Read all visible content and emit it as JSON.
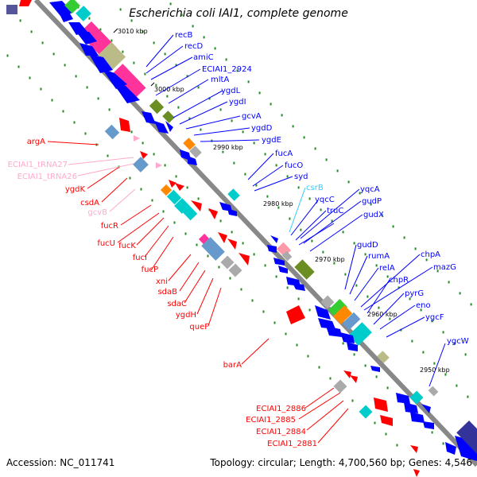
{
  "title": "Escherichia coli IAI1, complete genome",
  "footer": {
    "accession": "Accession: NC_011741",
    "summary": "Topology: circular; Length: 4,700,560 bp; Genes: 4,546"
  },
  "colors": {
    "forward_gene": "#ff0000",
    "reverse_gene": "#0000ff",
    "trna": "#ffaacc",
    "ncrna": "#33ccff",
    "backbone": "#888888",
    "ticks": "#228b22"
  },
  "kbp_ticks": [
    {
      "label": "3010 kbp"
    },
    {
      "label": "3000 kbp"
    },
    {
      "label": "2990 kbp"
    },
    {
      "label": "2980 kbp"
    },
    {
      "label": "2970 kbp"
    },
    {
      "label": "2960 kbp"
    },
    {
      "label": "2950 kbp"
    }
  ],
  "forward_genes": [
    {
      "name": "argA"
    },
    {
      "name": "ygdK"
    },
    {
      "name": "csdA"
    },
    {
      "name": "fucR"
    },
    {
      "name": "fucU"
    },
    {
      "name": "fucK"
    },
    {
      "name": "fucI"
    },
    {
      "name": "fucP"
    },
    {
      "name": "xni"
    },
    {
      "name": "sdaB"
    },
    {
      "name": "sdaC"
    },
    {
      "name": "ygdH"
    },
    {
      "name": "queF"
    },
    {
      "name": "barA"
    },
    {
      "name": "ECIAI1_2886"
    },
    {
      "name": "ECIAI1_2885"
    },
    {
      "name": "ECIAI1_2884"
    },
    {
      "name": "ECIAI1_2881"
    }
  ],
  "trna_genes": [
    {
      "name": "ECIAI1_tRNA27"
    },
    {
      "name": "ECIAI1_tRNA26"
    },
    {
      "name": "gcvB"
    }
  ],
  "reverse_genes": [
    {
      "name": "recB"
    },
    {
      "name": "recD"
    },
    {
      "name": "amiC"
    },
    {
      "name": "ECIAI1_2924"
    },
    {
      "name": "mltA"
    },
    {
      "name": "ygdL"
    },
    {
      "name": "ygdI"
    },
    {
      "name": "gcvA"
    },
    {
      "name": "ygdD"
    },
    {
      "name": "ygdE"
    },
    {
      "name": "fucA"
    },
    {
      "name": "fucO"
    },
    {
      "name": "syd"
    },
    {
      "name": "csrB"
    },
    {
      "name": "yqcC"
    },
    {
      "name": "truC"
    },
    {
      "name": "yqcA"
    },
    {
      "name": "gudP"
    },
    {
      "name": "gudX"
    },
    {
      "name": "gudD"
    },
    {
      "name": "rumA"
    },
    {
      "name": "relA"
    },
    {
      "name": "chpA"
    },
    {
      "name": "mazG"
    },
    {
      "name": "chpR"
    },
    {
      "name": "pyrG"
    },
    {
      "name": "eno"
    },
    {
      "name": "ygcF"
    },
    {
      "name": "ygcW"
    }
  ]
}
